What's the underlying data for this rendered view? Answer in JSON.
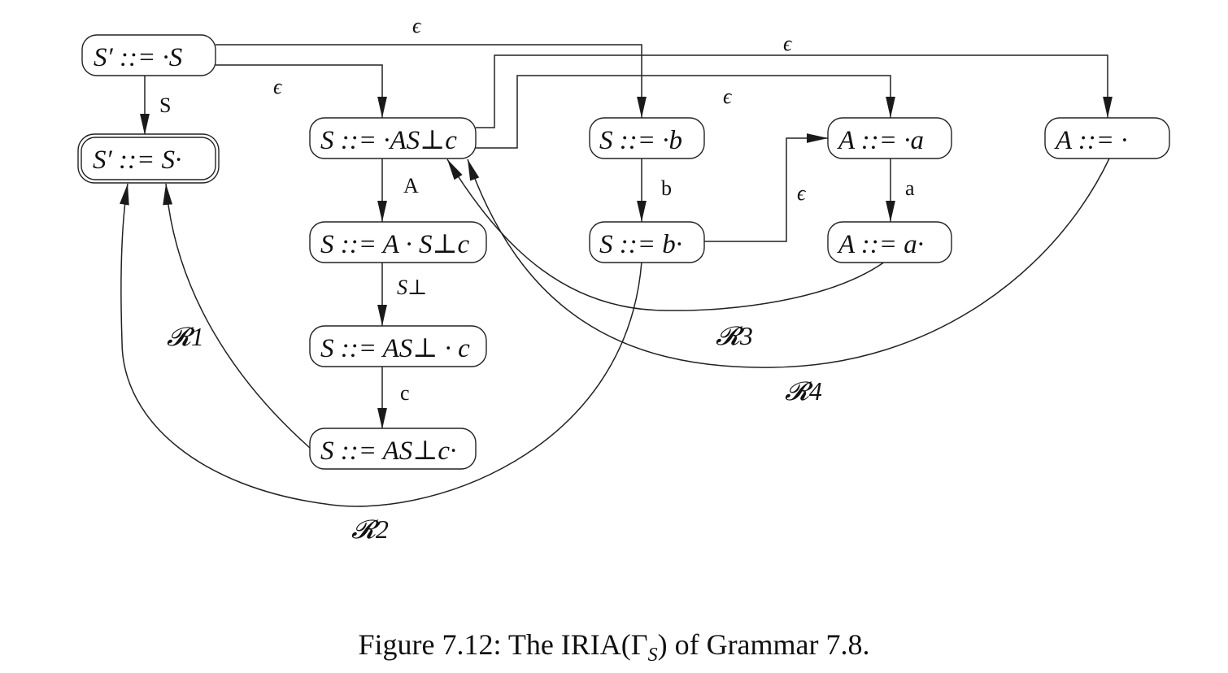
{
  "figure": {
    "caption_prefix": "Figure 7.12: The IRIA(Γ",
    "caption_sub": "S",
    "caption_suffix": ") of Grammar 7.8."
  },
  "nodes": [
    {
      "id": "n0",
      "label": "S′ ::= ·S",
      "accepting": false
    },
    {
      "id": "n1",
      "label": "S′ ::= S·",
      "accepting": true
    },
    {
      "id": "n2",
      "label": "S ::= ·AS⊥c",
      "accepting": false
    },
    {
      "id": "n3",
      "label": "S ::= A · S⊥c",
      "accepting": false
    },
    {
      "id": "n4",
      "label": "S ::= AS⊥ · c",
      "accepting": false
    },
    {
      "id": "n5",
      "label": "S ::= AS⊥c·",
      "accepting": false
    },
    {
      "id": "n6",
      "label": "S ::= ·b",
      "accepting": false
    },
    {
      "id": "n7",
      "label": "S ::= b·",
      "accepting": false
    },
    {
      "id": "n8",
      "label": "A ::= ·a",
      "accepting": false
    },
    {
      "id": "n9",
      "label": "A ::= a·",
      "accepting": false
    },
    {
      "id": "n10",
      "label": "A ::= ·",
      "accepting": false
    }
  ],
  "edges": [
    {
      "from": "n0",
      "to": "n1",
      "label": "S"
    },
    {
      "from": "n0",
      "to": "n6",
      "label": "ϵ"
    },
    {
      "from": "n0",
      "to": "n2",
      "label": "ϵ"
    },
    {
      "from": "n2",
      "to": "n10",
      "label": "ϵ"
    },
    {
      "from": "n2",
      "to": "n8",
      "label": "ϵ"
    },
    {
      "from": "n2",
      "to": "n3",
      "label": "A"
    },
    {
      "from": "n3",
      "to": "n4",
      "label": "S⊥"
    },
    {
      "from": "n4",
      "to": "n5",
      "label": "c"
    },
    {
      "from": "n6",
      "to": "n7",
      "label": "b"
    },
    {
      "from": "n7",
      "to": "n8",
      "label": "ϵ"
    },
    {
      "from": "n8",
      "to": "n9",
      "label": "a"
    },
    {
      "from": "n5",
      "to": "n1",
      "label": "𝓡1"
    },
    {
      "from": "n7",
      "to": "n1",
      "label": "𝓡2"
    },
    {
      "from": "n9",
      "to": "n2",
      "label": "𝓡3"
    },
    {
      "from": "n10",
      "to": "n2",
      "label": "𝓡4"
    }
  ]
}
